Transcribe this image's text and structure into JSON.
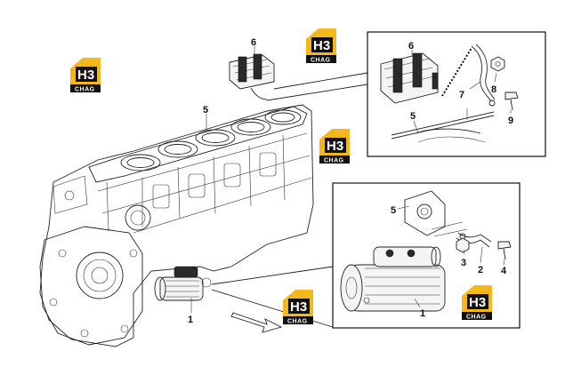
{
  "callouts": {
    "main_starter": "1",
    "main_block": "5",
    "main_ecu": "6",
    "detail_top_ecu": "6",
    "detail_top_block": "5",
    "detail_top_strap": "7",
    "detail_top_nut": "8",
    "detail_top_screw": "9",
    "detail_bottom_block": "5",
    "detail_bottom_starter": "1",
    "detail_bottom_nut": "3",
    "detail_bottom_bracket": "2",
    "detail_bottom_screw": "4"
  },
  "watermark": {
    "mark": "H3",
    "sub": "CHAG",
    "colors": {
      "gold": "#f2b81c",
      "black": "#111111"
    }
  },
  "colors": {
    "line": "#222222",
    "background": "#ffffff"
  }
}
